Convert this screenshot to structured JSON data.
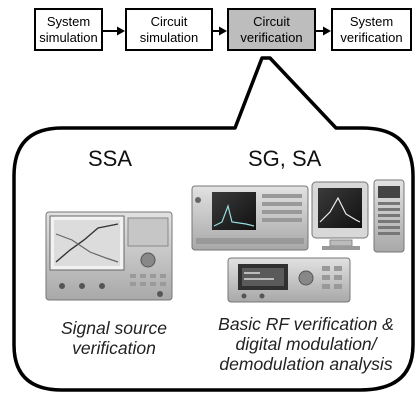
{
  "flow": {
    "steps": [
      {
        "label": "System\nsimulation"
      },
      {
        "label": "Circuit\nsimulation"
      },
      {
        "label": "Circuit\nverification"
      },
      {
        "label": "System\nverification"
      }
    ],
    "highlight_color": "#bdbdbd"
  },
  "callout": {
    "left_heading": "SSA",
    "right_heading": "SG, SA",
    "left_caption": "Signal source\nverification",
    "right_caption": "Basic RF verification &\ndigital modulation/\ndemodulation analysis"
  },
  "equipment": {
    "left": [
      "signal-source-analyzer"
    ],
    "right": [
      "spectrum-analyzer",
      "pc-monitor",
      "modular-instrument",
      "signal-generator"
    ]
  }
}
